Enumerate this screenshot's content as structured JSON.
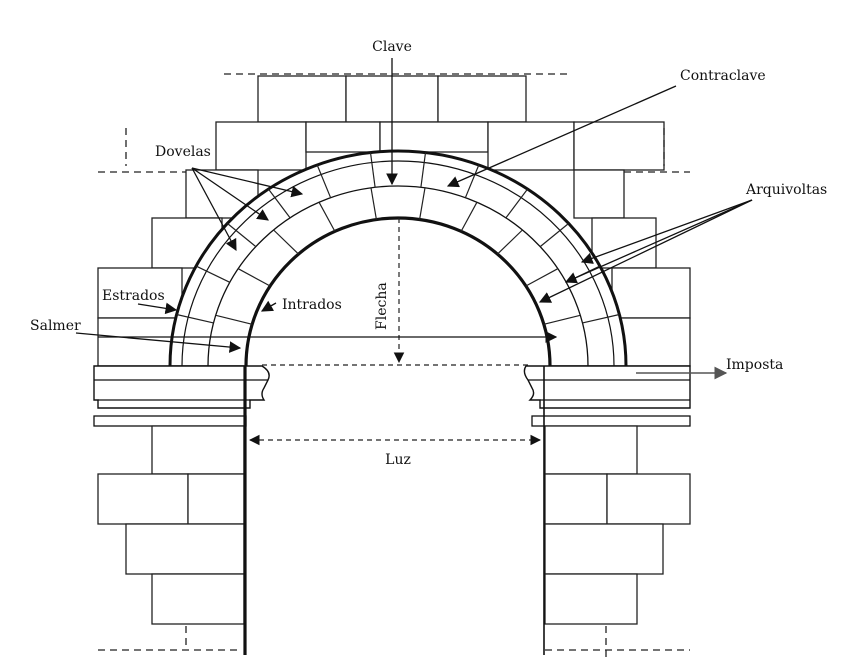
{
  "labels": {
    "clave": "Clave",
    "contraclave": "Contraclave",
    "dovelas": "Dovelas",
    "arquivoltas": "Arquivoltas",
    "estrados": "Estrados",
    "intrados": "Intrados",
    "flecha": "Flecha",
    "salmer": "Salmer",
    "imposta": "Imposta",
    "luz": "Luz"
  },
  "colors": {
    "line": "#111111",
    "background": "#ffffff",
    "imposta_arrow": "#555555"
  }
}
